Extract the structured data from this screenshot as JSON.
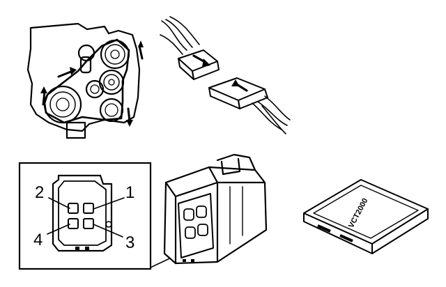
{
  "connector_pins": [
    {
      "label": "1"
    },
    {
      "label": "2"
    },
    {
      "label": "3"
    },
    {
      "label": "4"
    }
  ],
  "module": {
    "label": "VCT2000"
  }
}
